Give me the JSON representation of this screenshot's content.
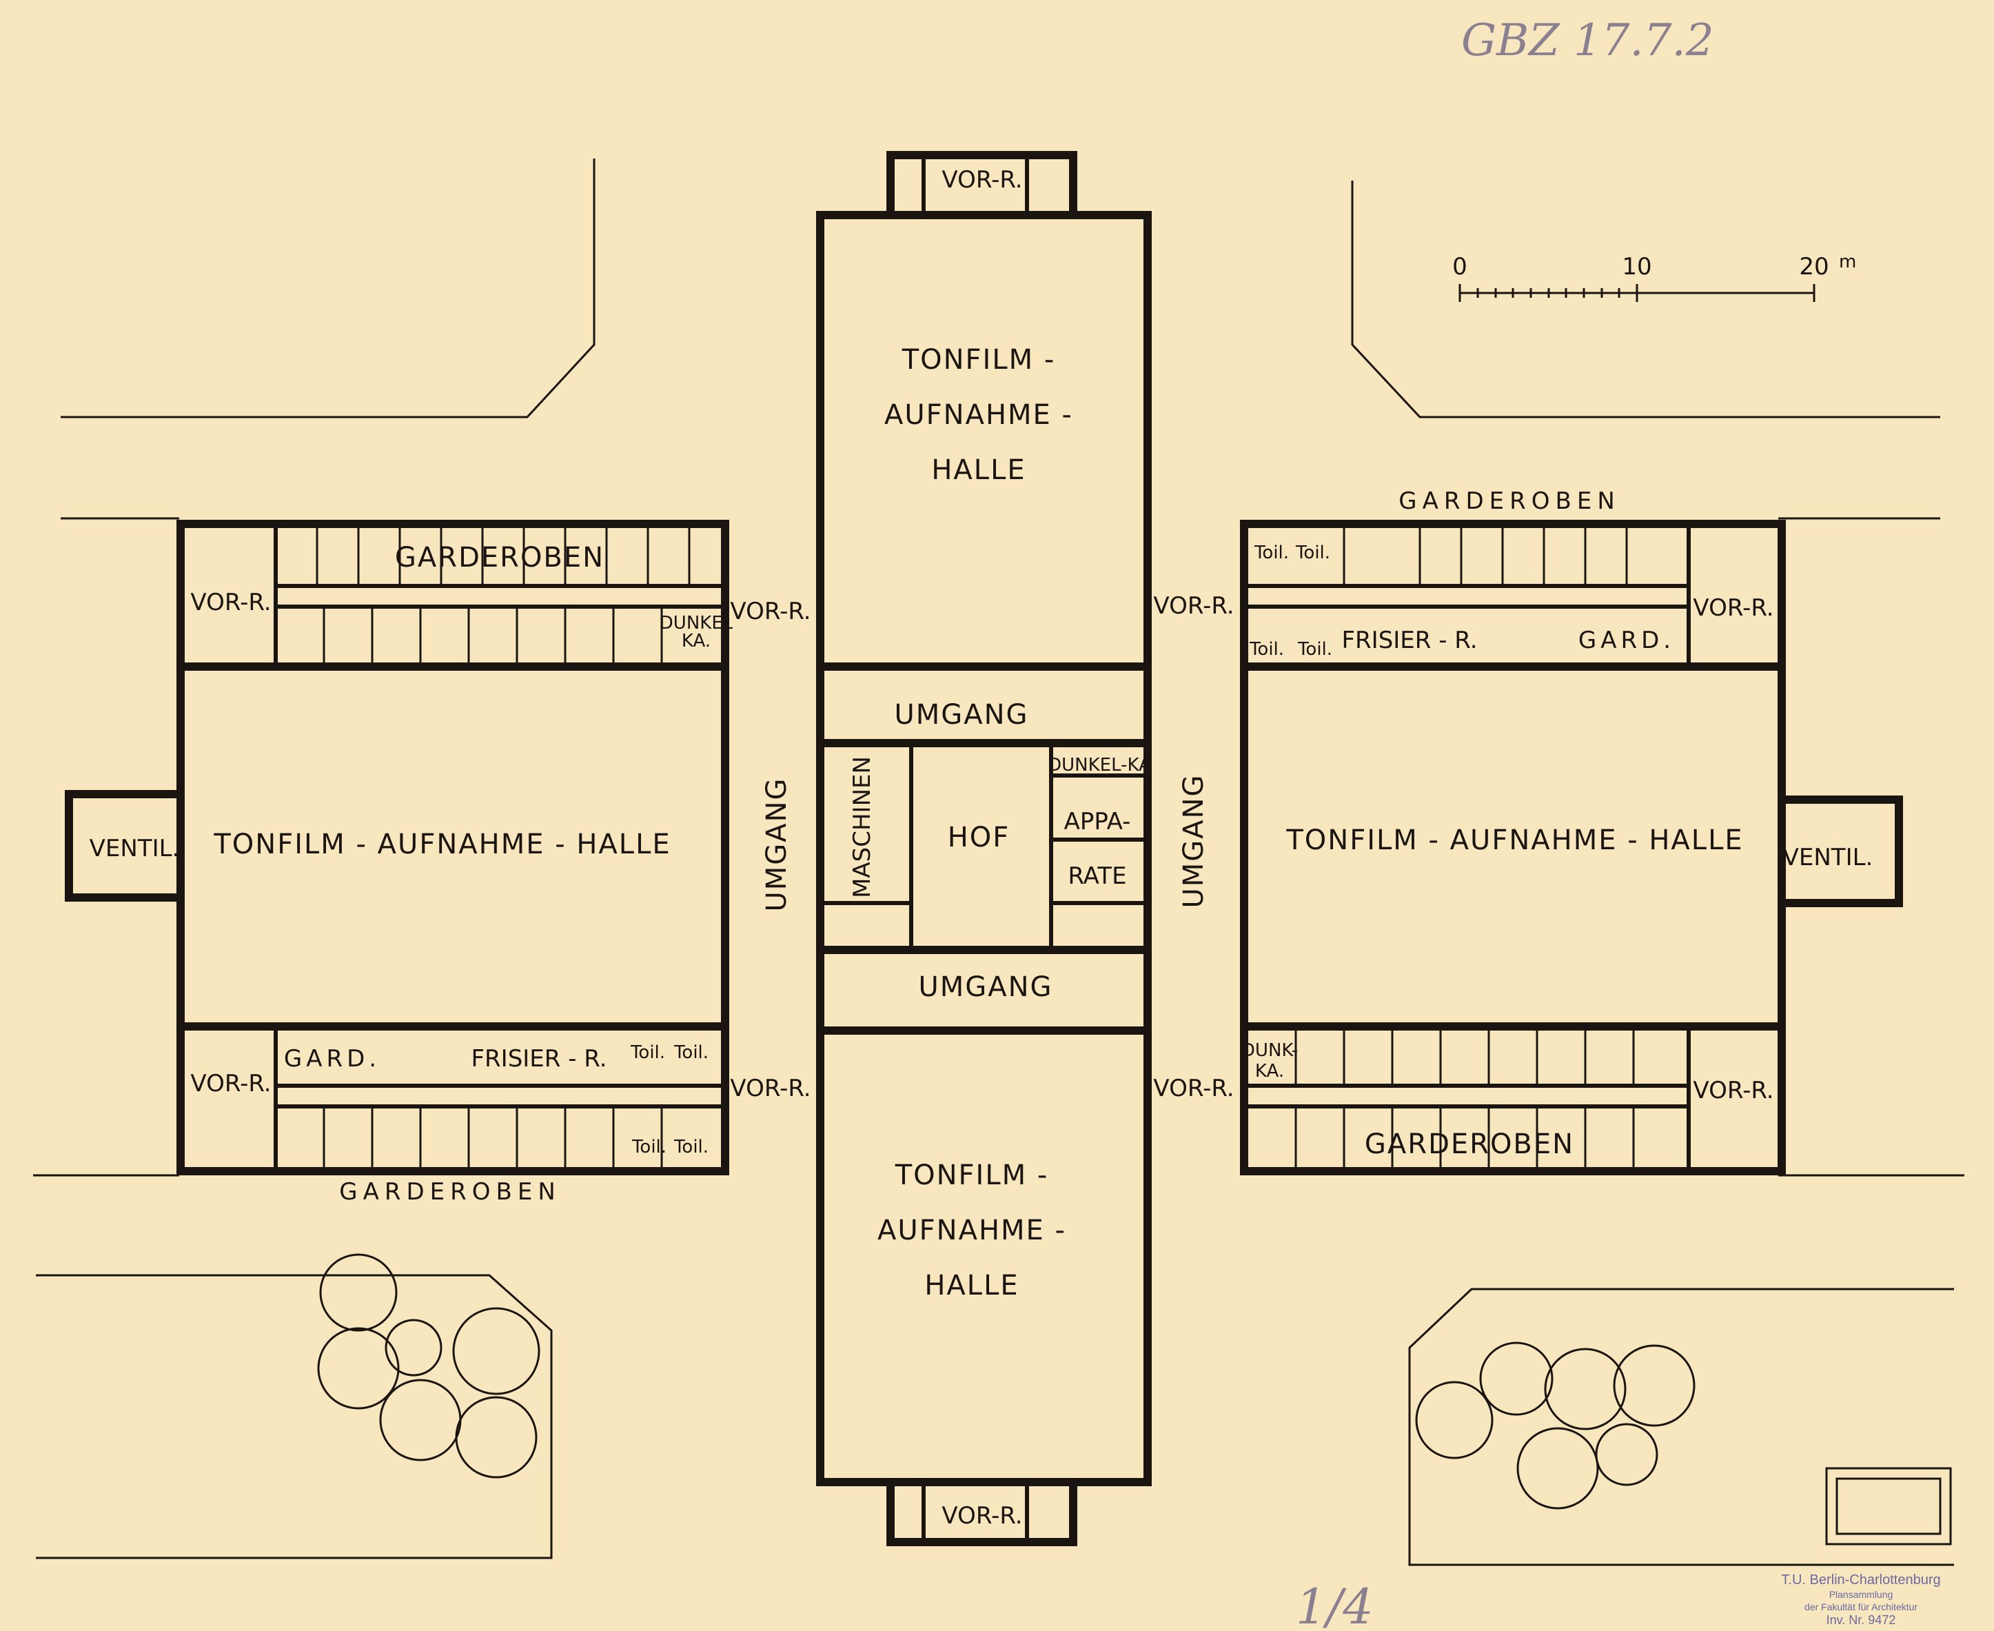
{
  "colors": {
    "paper": "#f8e6bf",
    "ink": "#1a1510",
    "stamp": "#6a6aa0",
    "pencil": "#8a8090"
  },
  "archive_mark": "GBZ 17.7.2",
  "scale": {
    "ticks": [
      "0",
      "10",
      "20"
    ],
    "unit": "m"
  },
  "halls": {
    "north": [
      "TONFILM -",
      "AUFNAHME -",
      "HALLE"
    ],
    "south": [
      "TONFILM -",
      "AUFNAHME -",
      "HALLE"
    ],
    "west": "TONFILM - AUFNAHME - HALLE",
    "east": "TONFILM - AUFNAHME - HALLE"
  },
  "center": {
    "umgang": "UMGANG",
    "hof": "HOF",
    "maschinen": "MASCHINEN",
    "dunkelka": "DUNKEL-KA",
    "apparate": [
      "APPA-",
      "RATE"
    ]
  },
  "rooms": {
    "vorr": "VOR-R.",
    "ventil": "VENTIL.",
    "garderoben": "GARDEROBEN",
    "gard": "GARD.",
    "frisier": "FRISIER - R.",
    "toil": "Toil.",
    "dunk_ka_a": "DUNKEL",
    "dunk_ka_b": "KA.",
    "dunk_ka_c": "DUNK-"
  },
  "stamp": {
    "line1": "T.U. Berlin-Charlottenburg",
    "line2": "Plansammlung",
    "line3": "der Fakultät für Architektur",
    "line4": "Inv. Nr. 9472"
  },
  "pencil_note": "1/4"
}
